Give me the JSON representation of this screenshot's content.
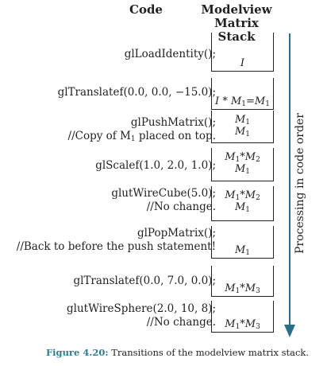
{
  "headers": {
    "code": "Code",
    "stack_line1": "Modelview Matrix",
    "stack_line2": "Stack"
  },
  "rows": [
    {
      "code": [
        "glLoadIdentity();"
      ],
      "stack": [
        "I"
      ]
    },
    {
      "code": [
        "glTranslatef(0.0, 0.0, −15.0);"
      ],
      "stack": [
        "I * M1=M1"
      ]
    },
    {
      "code": [
        "glPushMatrix();",
        "//Copy of M1 placed on top."
      ],
      "stack": [
        "M1",
        "M1"
      ]
    },
    {
      "code": [
        "glScalef(1.0, 2.0, 1.0);"
      ],
      "stack": [
        "M1*M2",
        "M1"
      ]
    },
    {
      "code": [
        "glutWireCube(5.0);",
        "//No change."
      ],
      "stack": [
        "M1*M2",
        "M1"
      ]
    },
    {
      "code": [
        "glPopMatrix();",
        "//Back to before the push statement!"
      ],
      "stack": [
        "M1"
      ]
    },
    {
      "code": [
        "glTranslatef(0.0, 7.0, 0.0);"
      ],
      "stack": [
        "M1*M3"
      ]
    },
    {
      "code": [
        "glutWireSphere(2.0, 10, 8);",
        "//No change."
      ],
      "stack": [
        "M1*M3"
      ]
    }
  ],
  "arrow_label": "Processing in code order",
  "caption": {
    "label": "Figure 4.20:",
    "text": "Transitions of the modelview matrix stack."
  }
}
